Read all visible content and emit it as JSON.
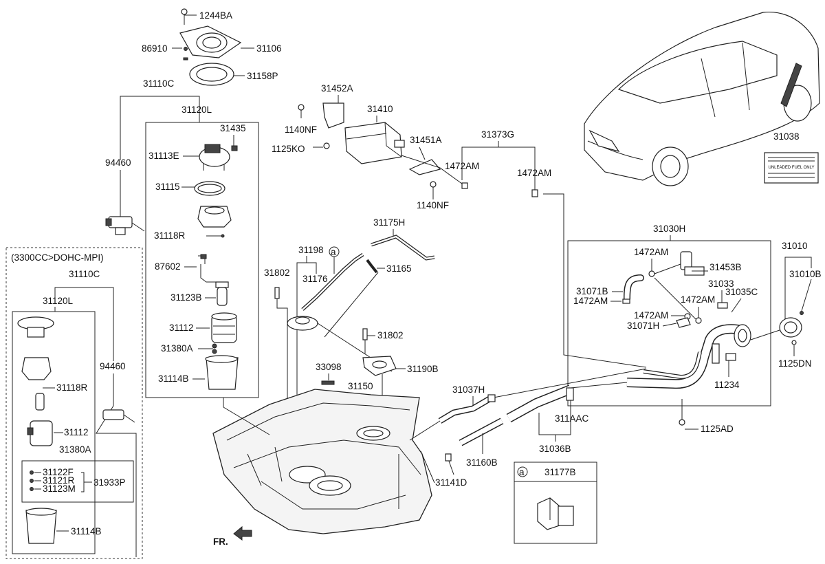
{
  "labels": {
    "p1244BA": "1244BA",
    "p86910": "86910",
    "p31106": "31106",
    "p31158P": "31158P",
    "p31110C_top": "31110C",
    "p31120L_top": "31120L",
    "p31435": "31435",
    "p31113E": "31113E",
    "p94460_top": "94460",
    "p31115": "31115",
    "p31118R_top": "31118R",
    "p87602": "87602",
    "p31123B": "31123B",
    "p31112_top": "31112",
    "p31380A_top": "31380A",
    "p31114B_top": "31114B",
    "p31452A": "31452A",
    "p31410": "31410",
    "p1140NF_a": "1140NF",
    "p1125KO": "1125KO",
    "p31451A": "31451A",
    "p1140NF_b": "1140NF",
    "p31373G": "31373G",
    "p1472AM_a": "1472AM",
    "p1472AM_b": "1472AM",
    "p31038": "31038",
    "p31175H": "31175H",
    "p31198": "31198",
    "p31802_a": "31802",
    "p31176": "31176",
    "p31165": "31165",
    "p31802_b": "31802",
    "p31190B": "31190B",
    "p33098": "33098",
    "p31150": "31150",
    "p31037H": "31037H",
    "p311AAC": "311AAC",
    "p31036B": "31036B",
    "p31160B": "31160B",
    "p31141D": "31141D",
    "p31030H": "31030H",
    "p1472AM_c": "1472AM",
    "p31453B": "31453B",
    "p31071B": "31071B",
    "p1472AM_d": "1472AM",
    "p31033": "31033",
    "p1472AM_e": "1472AM",
    "p31035C": "31035C",
    "p1472AM_f": "1472AM",
    "p31071H": "31071H",
    "p11234": "11234",
    "p1125AD": "1125AD",
    "p31010": "31010",
    "p31010B": "31010B",
    "p1125DN": "1125DN",
    "engine_note": "(3300CC>DOHC-MPI)",
    "p31110C_l": "31110C",
    "p31120L_l": "31120L",
    "p94460_l": "94460",
    "p31118R_l": "31118R",
    "p31112_l": "31112",
    "p31380A_l": "31380A",
    "p31122F": "31122F",
    "p31121R": "31121R",
    "p31123M": "31123M",
    "p31933P": "31933P",
    "p31114B_l": "31114B",
    "p31177B": "31177B",
    "ref_a_1": "a",
    "ref_a_2": "a",
    "front_marker": "FR."
  },
  "decal_text": [
    "UNLEADED FUEL ONLY"
  ],
  "colors": {
    "line": "#222222",
    "tank_fill": "#f4f4f4",
    "background": "#ffffff"
  }
}
